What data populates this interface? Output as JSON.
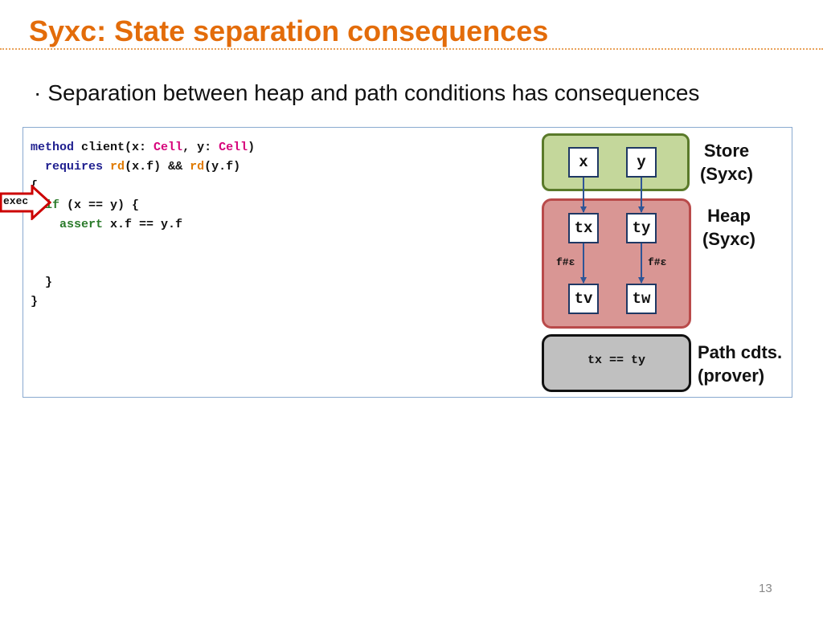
{
  "slide": {
    "title": "Syxc: State separation consequences",
    "bullet_marker": "·",
    "bullet": "Separation between heap and path conditions has consequences",
    "page_number": "13"
  },
  "code": {
    "line1": {
      "kw": "method",
      "a": " client(x: ",
      "t1": "Cell",
      "b": ", y: ",
      "t2": "Cell",
      "c": ")"
    },
    "line2": {
      "indent": "  ",
      "kw": "requires",
      "sp": " ",
      "rd1": "rd",
      "a": "(x.f) && ",
      "rd2": "rd",
      "b": "(y.f)"
    },
    "line3": "{",
    "line4": {
      "indent": "  ",
      "kw": "if",
      "rest": " (x == y) {"
    },
    "line5": {
      "indent": "    ",
      "kw": "assert",
      "rest": " x.f == y.f"
    },
    "line6": "",
    "line7": "",
    "line8": "  }",
    "line9": "}"
  },
  "exec_marker": {
    "label": "exec",
    "color": "#cc0000"
  },
  "diagram": {
    "store": {
      "vars": [
        "x",
        "y"
      ],
      "label_line1": "Store",
      "label_line2": "(Syxc)",
      "color": "#c4d79b"
    },
    "heap": {
      "locs": [
        "tx",
        "ty"
      ],
      "values": [
        "tv",
        "tw"
      ],
      "edge_labels": [
        "f#ε",
        "f#ε"
      ],
      "label_line1": "Heap",
      "label_line2": "(Syxc)",
      "color": "#d99694"
    },
    "path": {
      "condition": "tx == ty",
      "label_line1": "Path cdts.",
      "label_line2": "(prover)",
      "color": "#c0c0c0"
    }
  },
  "colors": {
    "title": "#e36c0a",
    "arrow": "#2e5597",
    "store_border": "#5a7a2a",
    "heap_border": "#b94a4a"
  }
}
